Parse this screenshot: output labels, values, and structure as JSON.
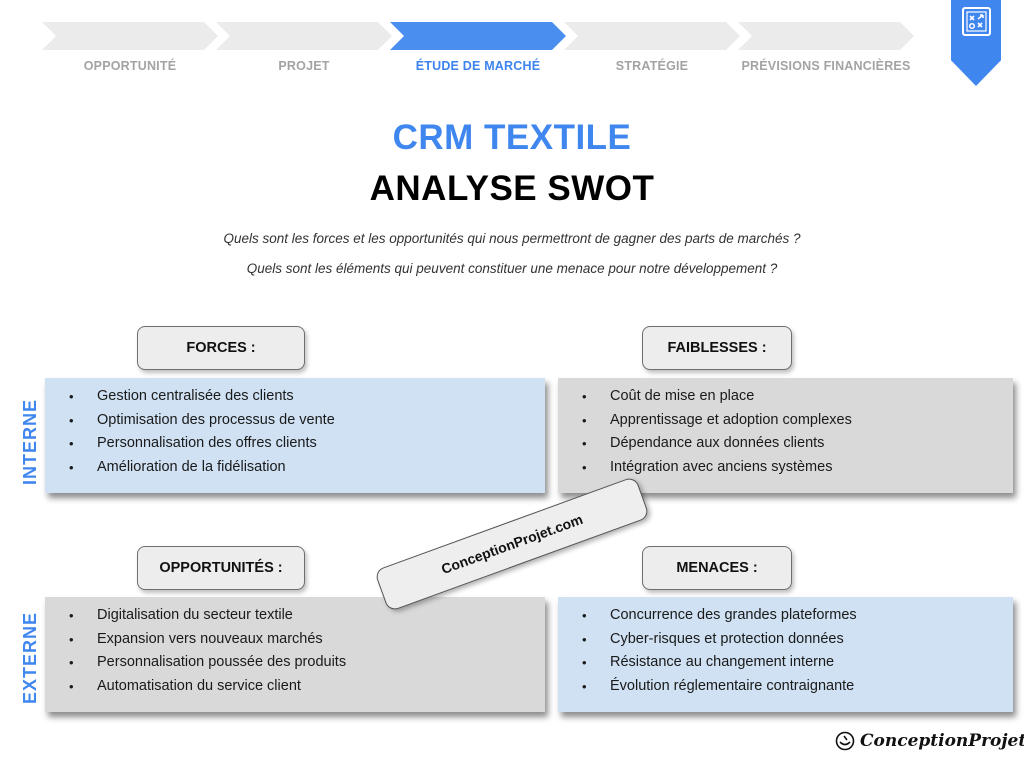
{
  "steps": [
    {
      "label": "OPPORTUNITÉ",
      "active": false
    },
    {
      "label": "PROJET",
      "active": false
    },
    {
      "label": "ÉTUDE DE MARCHÉ",
      "active": true
    },
    {
      "label": "STRATÉGIE",
      "active": false
    },
    {
      "label": "PRÉVISIONS FINANCIÈRES",
      "active": false
    }
  ],
  "corner_icon": "strategy-board-icon",
  "header": {
    "product": "CRM TEXTILE",
    "title": "ANALYSE SWOT",
    "questions": [
      "Quels sont les forces et les opportunités qui nous permettront de gagner des parts de marchés ?",
      "Quels sont les éléments qui peuvent constituer une menace pour notre développement ?"
    ]
  },
  "axes": {
    "internal": "INTERNE",
    "external": "EXTERNE"
  },
  "swot": {
    "forces": {
      "label": "FORCES :",
      "items": [
        "Gestion centralisée des clients",
        "Optimisation des processus de vente",
        "Personnalisation des offres clients",
        "Amélioration de la fidélisation"
      ]
    },
    "faiblesses": {
      "label": "FAIBLESSES :",
      "items": [
        "Coût de mise en place",
        "Apprentissage et adoption complexes",
        "Dépendance aux données clients",
        "Intégration avec anciens systèmes"
      ]
    },
    "opportunites": {
      "label": "OPPORTUNITÉS :",
      "items": [
        "Digitalisation du secteur textile",
        "Expansion vers nouveaux marchés",
        "Personnalisation poussée des produits",
        "Automatisation du service client"
      ]
    },
    "menaces": {
      "label": "MENACES :",
      "items": [
        "Concurrence des grandes plateformes",
        "Cyber-risques et protection données",
        "Résistance au changement interne",
        "Évolution réglementaire contraignante"
      ]
    }
  },
  "watermark": "ConceptionProjet.com",
  "brand": {
    "name": "ConceptionProjet",
    "icon": "conception-logo-icon"
  },
  "colors": {
    "accent": "#3f86ef",
    "step_inactive": "#ebebeb",
    "step_label_inactive": "#a3a3a3",
    "quad_blue": "#cfe1f3",
    "quad_gray": "#d9d9d9"
  }
}
